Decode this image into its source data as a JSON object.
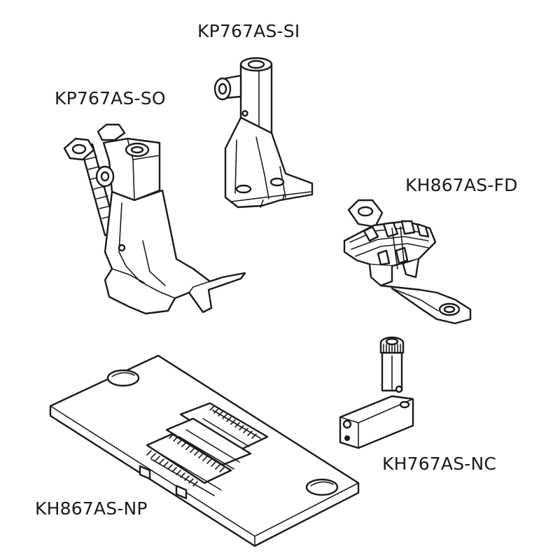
{
  "parts": [
    {
      "id": "presser-foot-inner",
      "label": "KP767AS-SI"
    },
    {
      "id": "presser-foot-outer",
      "label": "KP767AS-SO"
    },
    {
      "id": "feed-dog",
      "label": "KH867AS-FD"
    },
    {
      "id": "needle-clamp",
      "label": "KH767AS-NC"
    },
    {
      "id": "needle-plate",
      "label": "KH867AS-NP"
    }
  ],
  "colors": {
    "line": "#1a1a1a",
    "fill": "#ffffff"
  }
}
